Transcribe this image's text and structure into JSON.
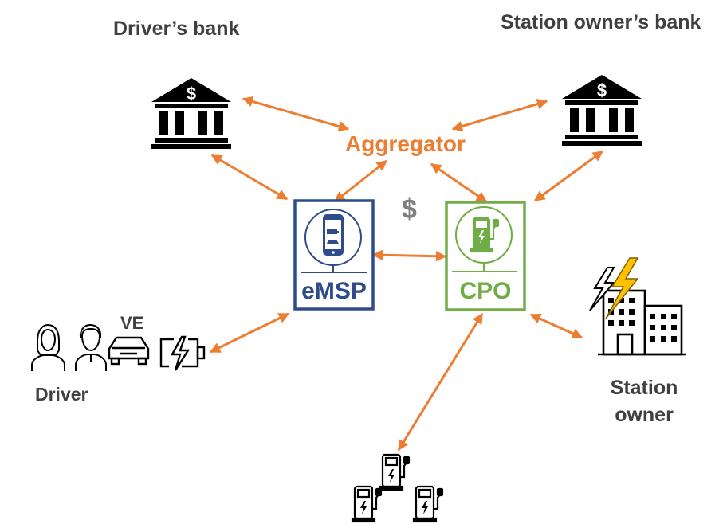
{
  "labels": {
    "drivers_bank": "Driver’s bank",
    "station_owners_bank": "Station owner’s bank",
    "aggregator": "Aggregator",
    "dollar": "$",
    "emsp": "eMSP",
    "cpo": "CPO",
    "ve": "VE",
    "driver": "Driver",
    "station_owner_line1": "Station",
    "station_owner_line2": "owner"
  },
  "colors": {
    "arrow": "#ED7D31",
    "emsp": "#2F4C8A",
    "cpo": "#70AD47",
    "text": "#404040",
    "lightning": "#FFC000"
  },
  "icons": [
    "bank-icon",
    "smartphone-icon",
    "charging-station-icon",
    "woman-icon",
    "man-icon",
    "car-icon",
    "battery-charging-icon",
    "lightning-icon",
    "building-icon"
  ]
}
